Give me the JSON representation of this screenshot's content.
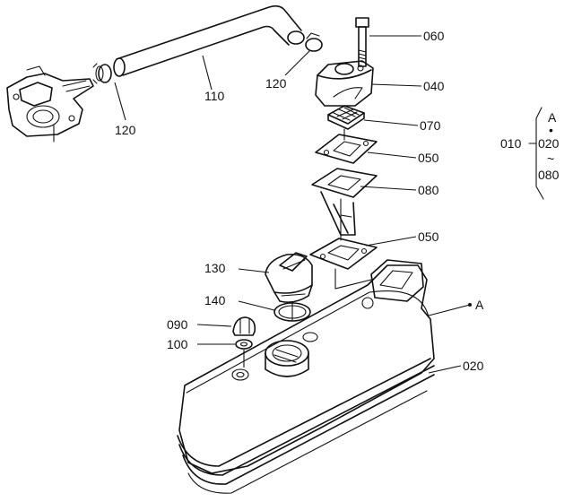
{
  "labels": {
    "p060": "060",
    "p040": "040",
    "p070": "070",
    "p050a": "050",
    "p080": "080",
    "p050b": "050",
    "p110": "110",
    "p120a": "120",
    "p120b": "120",
    "p130": "130",
    "p140": "140",
    "p090": "090",
    "p100": "100",
    "p020": "020",
    "refA": "A"
  },
  "key_box": {
    "group": "010",
    "ref": "A",
    "from": "020",
    "to": "080",
    "bullet": "•",
    "range_mark": "~"
  }
}
